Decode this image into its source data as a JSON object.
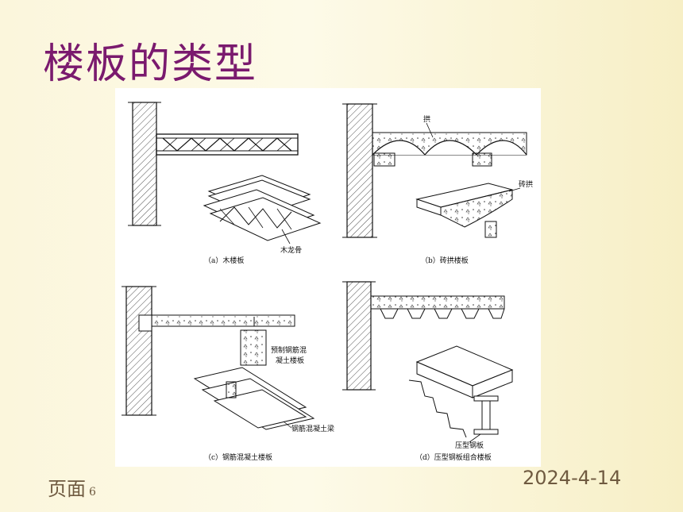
{
  "slide": {
    "title": "楼板的类型",
    "page_label": "页面",
    "page_number": "6",
    "date": "2024-4-14"
  },
  "figure": {
    "panel_a": {
      "caption": "（a）木楼板",
      "label": "木龙骨"
    },
    "panel_b": {
      "caption": "（b）砖拱楼板",
      "label_arch": "拱",
      "label_brick_arch": "砖拱"
    },
    "panel_c": {
      "caption": "（c）钢筋混凝土楼板",
      "label_precast_1": "预制钢筋混",
      "label_precast_2": "凝土楼板",
      "label_beam": "钢筋混凝土梁"
    },
    "panel_d": {
      "caption": "（d）压型钢板组合楼板",
      "label": "压型钢板"
    }
  }
}
